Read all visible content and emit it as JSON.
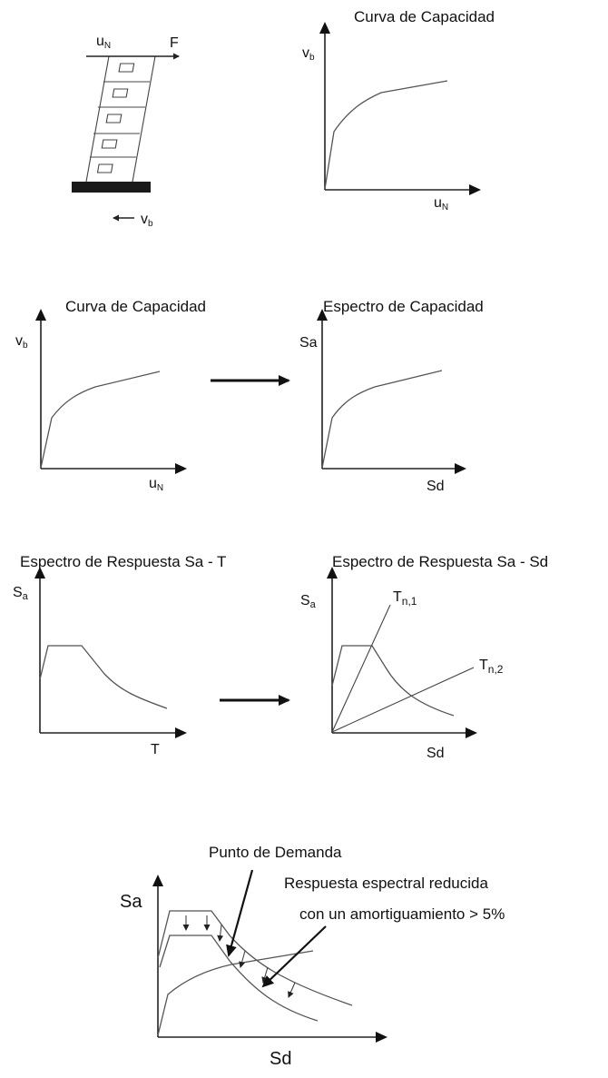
{
  "panel1": {
    "building_labels": {
      "top_disp": "u",
      "top_disp_sub": "N",
      "force": "F",
      "base_shear": "v",
      "base_shear_sub": "b"
    },
    "chart": {
      "title": "Curva de Capacidad",
      "ylabel": "v",
      "ylabel_sub": "b",
      "xlabel": "u",
      "xlabel_sub": "N"
    }
  },
  "panel2": {
    "left": {
      "title": "Curva de Capacidad",
      "ylabel": "v",
      "ylabel_sub": "b",
      "xlabel": "u",
      "xlabel_sub": "N"
    },
    "right": {
      "title": "Espectro de Capacidad",
      "ylabel": "Sa",
      "xlabel": "Sd"
    }
  },
  "panel3": {
    "left": {
      "title": "Espectro de Respuesta Sa - T",
      "ylabel": "S",
      "ylabel_sub": "a",
      "xlabel": "T"
    },
    "right": {
      "title": "Espectro de Respuesta Sa - Sd",
      "ylabel": "S",
      "ylabel_sub": "a",
      "xlabel": "Sd",
      "period1": "T",
      "period1_sub": "n,1",
      "period2": "T",
      "period2_sub": "n,2"
    }
  },
  "panel4": {
    "title": "Punto de Demanda",
    "ylabel": "Sa",
    "xlabel": "Sd",
    "annotation_line1": "Respuesta espectral reducida",
    "annotation_line2": "con un amortiguamiento > 5%"
  }
}
